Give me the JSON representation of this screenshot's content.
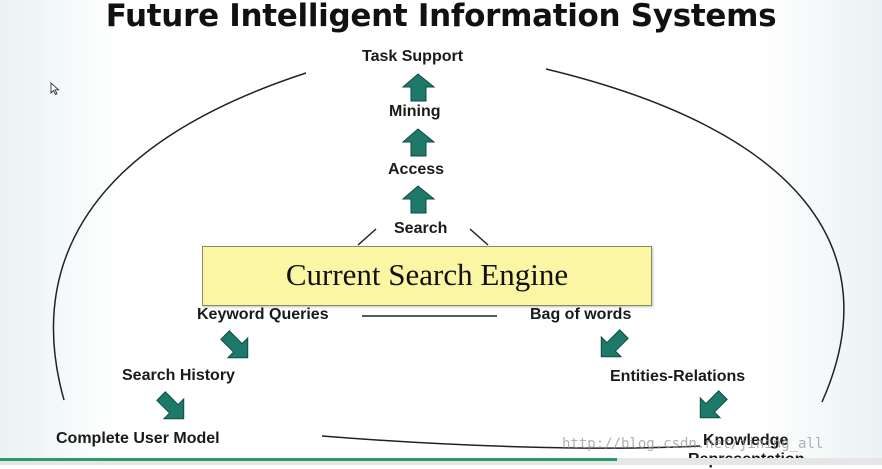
{
  "slide": {
    "title": "Future Intelligent Information Systems",
    "center_box": "Current Search Engine",
    "labels": {
      "task_support": "Task Support",
      "mining": "Mining",
      "access": "Access",
      "search": "Search",
      "keyword_queries": "Keyword Queries",
      "bag_of_words": "Bag of words",
      "search_history": "Search History",
      "entities_relations": "Entities-Relations",
      "complete_user_model": "Complete User Model",
      "knowledge": "Knowledge",
      "representation": "Representation"
    },
    "watermark": "http://blog.csdn.net/jining_all",
    "colors": {
      "arrow_fill": "#1d7a6a",
      "box_fill": "#fbf6a3",
      "progress": "#2e9a6a"
    }
  },
  "player": {
    "progress_fraction": 0.7
  }
}
